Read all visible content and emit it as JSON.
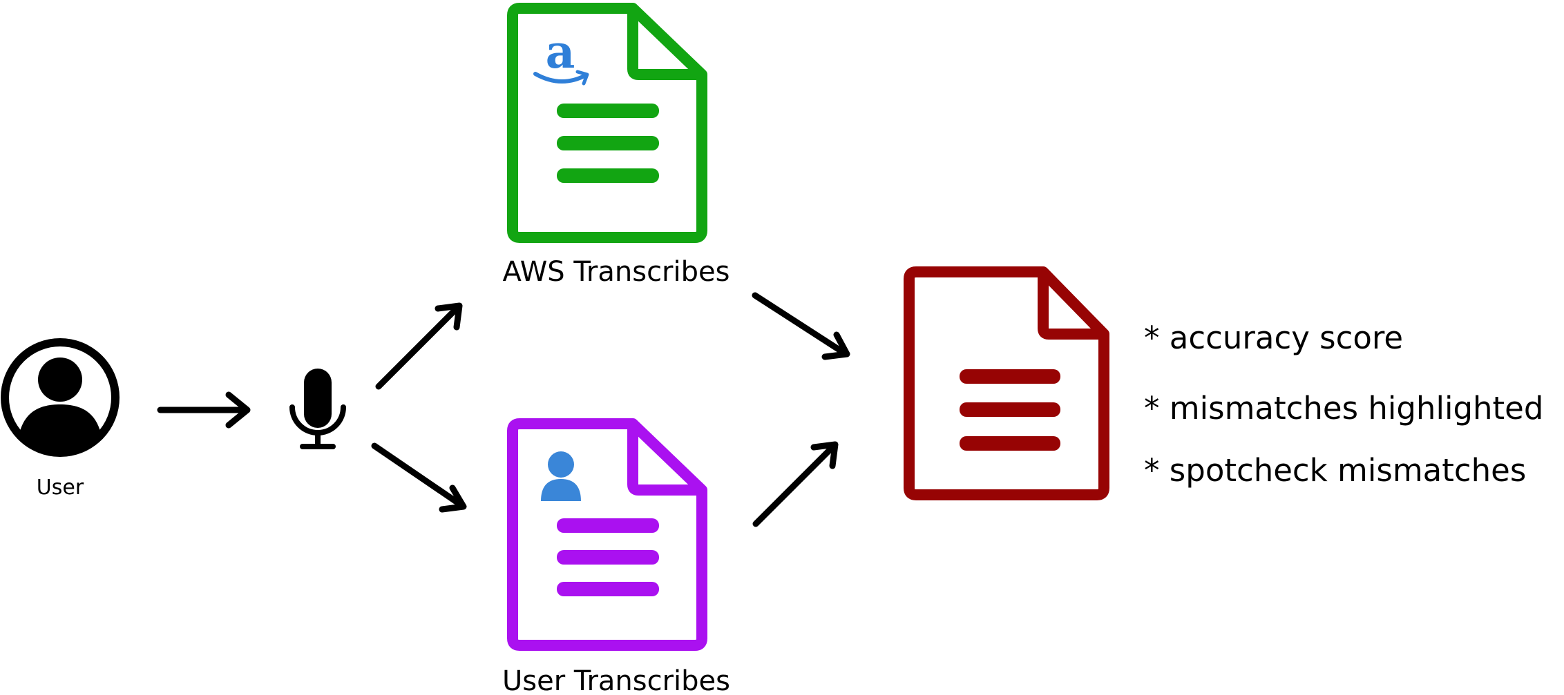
{
  "user": {
    "label": "User",
    "icon": "user-circle-icon"
  },
  "microphone": {
    "icon": "microphone-icon"
  },
  "aws_doc": {
    "label": "AWS Transcribes",
    "icon": "amazon-logo-icon",
    "color": "#12A512"
  },
  "user_doc": {
    "label": "User Transcribes",
    "icon": "person-icon",
    "color": "#AA11F0"
  },
  "result_doc": {
    "color": "#970404"
  },
  "results": {
    "items": [
      "* accuracy score",
      "* mismatches highlighted",
      "* spotcheck mismatches"
    ]
  },
  "colors": {
    "amazon_blue": "#2F7FD8",
    "person_blue": "#3A86D8",
    "arrow": "#000000"
  }
}
